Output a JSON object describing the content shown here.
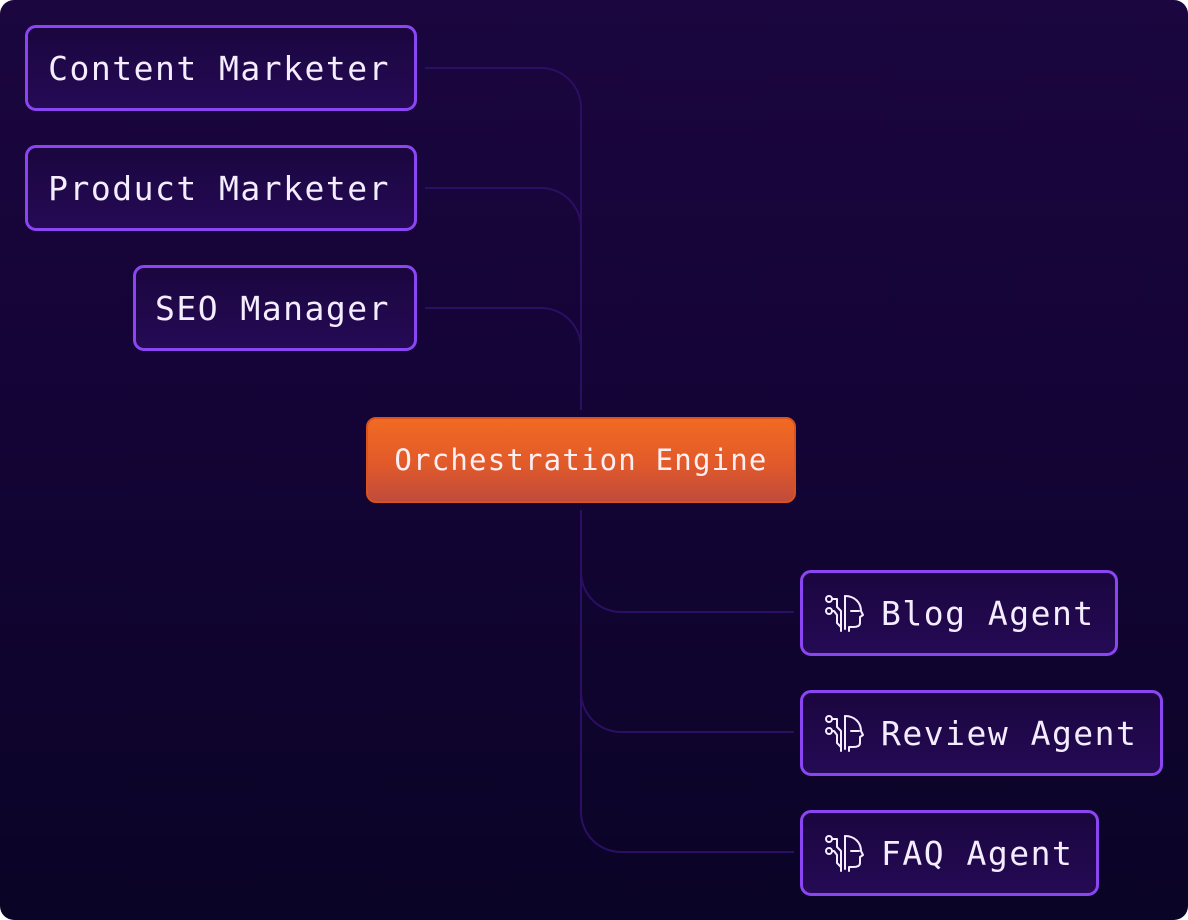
{
  "diagram": {
    "colors": {
      "background_top": "#1b063f",
      "background_bottom": "#0a0426",
      "node_border": "#8b45f2",
      "node_text": "#f4ecff",
      "engine_top": "#f26a22",
      "engine_bottom": "#c04b3b",
      "connector": "#2b0f63"
    },
    "inputs": [
      {
        "label": "Content Marketer"
      },
      {
        "label": "Product Marketer"
      },
      {
        "label": "SEO Manager"
      }
    ],
    "engine": {
      "label": "Orchestration Engine"
    },
    "agents": [
      {
        "label": "Blog Agent",
        "icon": "ai-head-circuit-icon"
      },
      {
        "label": "Review Agent",
        "icon": "ai-head-circuit-icon"
      },
      {
        "label": "FAQ Agent",
        "icon": "ai-head-circuit-icon"
      }
    ]
  }
}
